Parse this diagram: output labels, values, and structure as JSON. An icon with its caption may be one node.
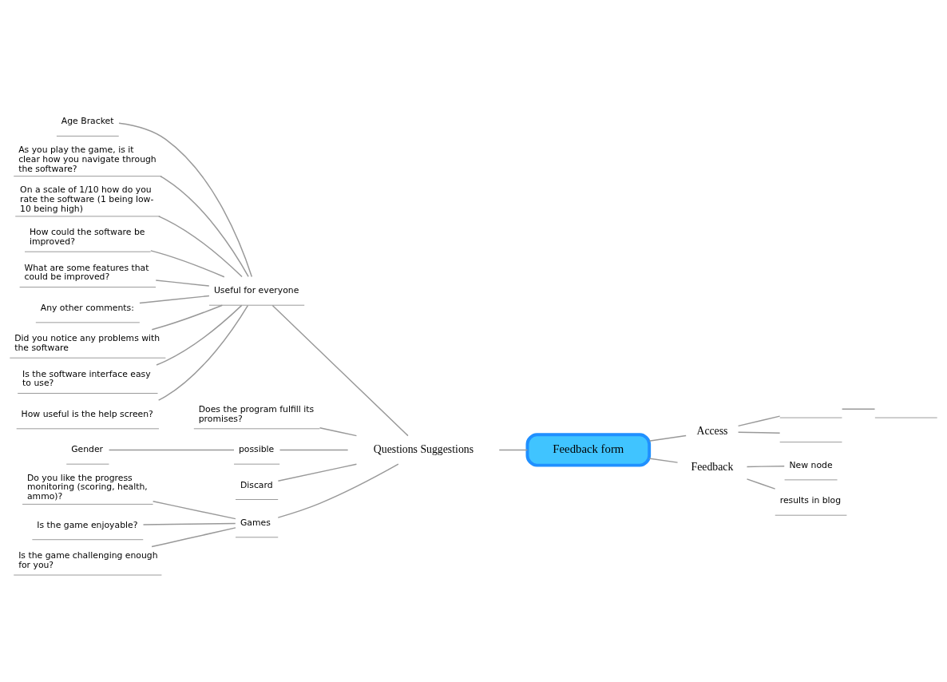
{
  "diagram": {
    "nodes": [
      {
        "text": [
          "Feedback form"
        ]
      },
      {
        "text": [
          "Access"
        ]
      },
      {
        "text": [],
        "shape": "bar"
      },
      {
        "text": [],
        "shape": "bar"
      },
      {
        "text": [],
        "shape": "bar"
      },
      {
        "text": [
          "Feedback"
        ]
      },
      {
        "text": [
          "New node"
        ]
      },
      {
        "text": [
          "results in blog"
        ]
      },
      {
        "text": [
          "Questions Suggestions"
        ]
      },
      {
        "text": [
          "Useful for everyone"
        ]
      },
      {
        "text": [
          "Age Bracket"
        ]
      },
      {
        "text": [
          "As you play the game, is it clear how you navigate through the software?"
        ]
      },
      {
        "text": [
          "On a scale of 1/10 how do you rate the software (1 being low- 10 being high)"
        ]
      },
      {
        "text": [
          "How could the software be improved?"
        ]
      },
      {
        "text": [
          "What are some features that could be improved?"
        ]
      },
      {
        "text": [
          "Any other comments:"
        ]
      },
      {
        "text": [
          "Did you notice any problems with the software"
        ]
      },
      {
        "text": [
          "Is the software interface easy to use?"
        ]
      },
      {
        "text": [
          "How useful is the help screen?"
        ]
      },
      {
        "text": [
          "Does the program fulfill its promises?"
        ]
      },
      {
        "text": [
          "possible"
        ]
      },
      {
        "text": [
          "Gender"
        ]
      },
      {
        "text": [
          "Discard"
        ]
      },
      {
        "text": [
          "Games"
        ]
      },
      {
        "text": [
          "Do you like the progress monitoring (scoring, health, ammo)?"
        ]
      },
      {
        "text": [
          "Is the game enjoyable?"
        ]
      },
      {
        "text": [
          "Is the game challenging enough for you?"
        ]
      }
    ],
    "edges": [
      {
        "from": 0,
        "to": 1,
        "arrow": "none"
      },
      {
        "from": 1,
        "to": 2,
        "arrow": "none"
      },
      {
        "from": 2,
        "to": 3,
        "arrow": "none"
      },
      {
        "from": 1,
        "to": 4,
        "arrow": "none"
      },
      {
        "from": 0,
        "to": 5,
        "arrow": "none"
      },
      {
        "from": 5,
        "to": 6,
        "arrow": "none"
      },
      {
        "from": 5,
        "to": 7,
        "arrow": "none"
      },
      {
        "from": 0,
        "to": 8,
        "arrow": "none"
      },
      {
        "from": 8,
        "to": 9,
        "arrow": "none"
      },
      {
        "from": 9,
        "to": 10,
        "arrow": "none"
      },
      {
        "from": 9,
        "to": 11,
        "arrow": "none"
      },
      {
        "from": 9,
        "to": 12,
        "arrow": "none"
      },
      {
        "from": 9,
        "to": 13,
        "arrow": "none"
      },
      {
        "from": 9,
        "to": 14,
        "arrow": "none"
      },
      {
        "from": 9,
        "to": 15,
        "arrow": "none"
      },
      {
        "from": 9,
        "to": 16,
        "arrow": "none"
      },
      {
        "from": 9,
        "to": 17,
        "arrow": "none"
      },
      {
        "from": 9,
        "to": 18,
        "arrow": "none"
      },
      {
        "from": 8,
        "to": 19,
        "arrow": "none"
      },
      {
        "from": 8,
        "to": 20,
        "arrow": "none"
      },
      {
        "from": 20,
        "to": 21,
        "arrow": "none"
      },
      {
        "from": 8,
        "to": 22,
        "arrow": "none"
      },
      {
        "from": 8,
        "to": 23,
        "arrow": "none"
      },
      {
        "from": 23,
        "to": 24,
        "arrow": "none"
      },
      {
        "from": 23,
        "to": 25,
        "arrow": "none"
      },
      {
        "from": 23,
        "to": 26,
        "arrow": "none"
      }
    ]
  }
}
